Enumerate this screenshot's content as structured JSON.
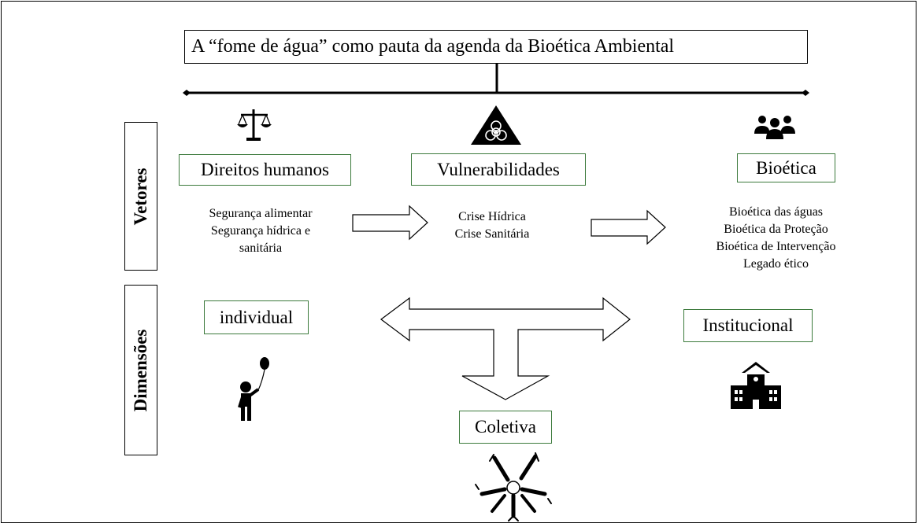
{
  "title": "A “fome de água” como pauta da agenda da Bioética Ambiental",
  "vetores_label": "Vetores",
  "dimensoes_label": "Dimensões",
  "vetores": {
    "direitos": {
      "title": "Direitos humanos",
      "items": [
        "Segurança alimentar",
        "Segurança hídrica e",
        "sanitária"
      ],
      "icon": "scales-icon"
    },
    "vulnerabilidades": {
      "title": "Vulnerabilidades",
      "items": [
        "Crise Hídrica",
        "Crise Sanitária"
      ],
      "icon": "biohazard-icon"
    },
    "bioetica": {
      "title": "Bioética",
      "items": [
        "Bioética das águas",
        "Bioética da Proteção",
        "Bioética de Intervenção",
        "Legado ético"
      ],
      "icon": "people-group-icon"
    }
  },
  "dimensoes": {
    "individual": {
      "title": "individual",
      "icon": "child-balloon-icon"
    },
    "institucional": {
      "title": "Institucional",
      "icon": "school-building-icon"
    },
    "coletiva": {
      "title": "Coletiva",
      "icon": "joined-hands-icon"
    }
  },
  "colors": {
    "box_border": "#3c7a3c",
    "line": "#000000"
  }
}
